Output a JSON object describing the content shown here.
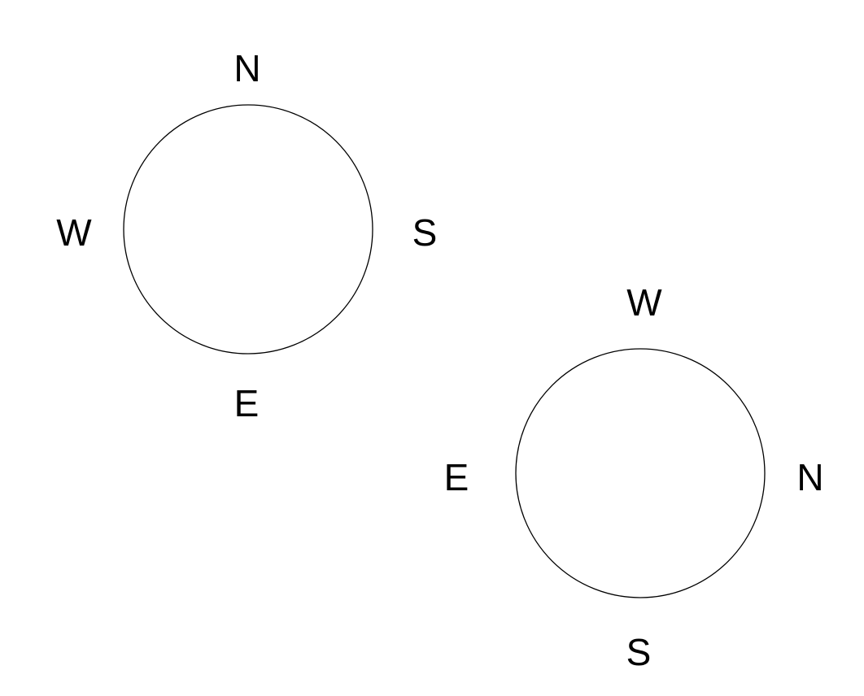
{
  "compass_1": {
    "top": "N",
    "right": "S",
    "bottom": "E",
    "left": "W"
  },
  "compass_2": {
    "top": "W",
    "right": "N",
    "bottom": "S",
    "left": "E"
  },
  "colors": {
    "stroke": "#000000",
    "background": "#ffffff"
  }
}
